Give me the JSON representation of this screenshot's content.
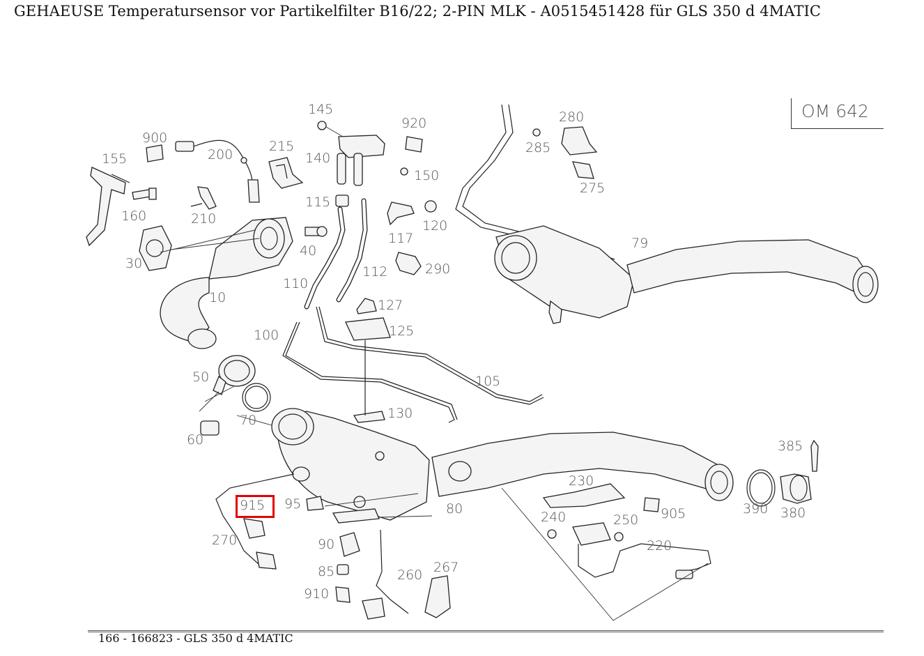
{
  "page": {
    "title": "GEHAEUSE Temperatursensor vor Partikelfilter B16/22; 2-PIN MLK - A0515451428 für GLS 350 d 4MATIC",
    "footer": "166 - 166823 - GLS 350 d 4MATIC",
    "engine_code": "OM 642",
    "highlighted_part": "915",
    "highlight_color": "#e30000"
  },
  "part_labels": {
    "p900": "900",
    "p155": "155",
    "p200": "200",
    "p215": "215",
    "p145": "145",
    "p920": "920",
    "p140": "140",
    "p150": "150",
    "p285": "285",
    "p280": "280",
    "p275": "275",
    "p160": "160",
    "p210": "210",
    "p115": "115",
    "p120": "120",
    "p117": "117",
    "p40": "40",
    "p30": "30",
    "p112": "112",
    "p290": "290",
    "p79": "79",
    "p110": "110",
    "p10": "10",
    "p127": "127",
    "p125": "125",
    "p100": "100",
    "p105": "105",
    "p50": "50",
    "p70": "70",
    "p130": "130",
    "p60": "60",
    "p385": "385",
    "p230": "230",
    "p915": "915",
    "p95": "95",
    "p80": "80",
    "p240": "240",
    "p250": "250",
    "p905": "905",
    "p390": "390",
    "p380": "380",
    "p270": "270",
    "p90": "90",
    "p220": "220",
    "p85": "85",
    "p267": "267",
    "p260": "260",
    "p910": "910"
  }
}
